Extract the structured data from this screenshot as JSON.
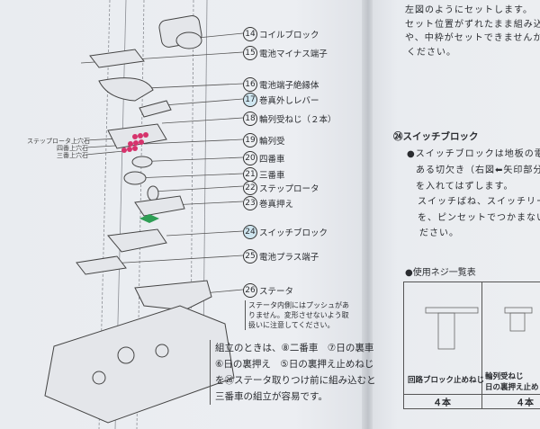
{
  "left_page": {
    "parts": [
      {
        "num": "14",
        "label": "コイルブロック"
      },
      {
        "num": "15",
        "label": "電池マイナス端子"
      },
      {
        "num": "16",
        "label": "電池端子絶縁体"
      },
      {
        "num": "17",
        "label": "巻真外しレバー"
      },
      {
        "num": "18",
        "label": "輪列受ねじ（２本）"
      },
      {
        "num": "19",
        "label": "輪列受"
      },
      {
        "num": "20",
        "label": "四番車"
      },
      {
        "num": "21",
        "label": "三番車"
      },
      {
        "num": "22",
        "label": "ステップロータ"
      },
      {
        "num": "23",
        "label": "巻真押え"
      },
      {
        "num": "24",
        "label": "スイッチブロック"
      },
      {
        "num": "25",
        "label": "電池プラス端子"
      },
      {
        "num": "26",
        "label": "ステータ"
      }
    ],
    "jewel_labels": [
      "ステップロータ上穴石",
      "四番上穴石",
      "三番上穴石"
    ],
    "stator_note": [
      "ステータ内側にはプッシュがあ",
      "りません。変形させないよう取",
      "扱いに注意してください。"
    ],
    "assembly_note": [
      "組立のときは、⑧二番車　⑦日の裏車",
      "⑥日の裏押え　⑤日の裏押え止めねじ",
      "を㉖ステータ取りつけ前に組み込むと",
      "三番車の組立が容易です。"
    ]
  },
  "right_page": {
    "intro_lines": [
      "左図のようにセットします。",
      "セット位置がずれたまま組み込むと",
      "や、中枠がセットできませんから注",
      "ください。"
    ],
    "section_24": {
      "heading": "㉔スイッチブロック",
      "lines": [
        "●スイッチブロックは地板の電池-",
        "ある切欠き（右図⬅矢印部分）に",
        "を入れてはずします。",
        "スイッチばね、スイッチリー",
        "を、ピンセットでつかまない",
        "ださい。"
      ]
    },
    "screw_table": {
      "title": "●使用ネジ一覧表",
      "columns": [
        {
          "name": [
            "回路ブロック止めねじ"
          ],
          "count": "４本"
        },
        {
          "name": [
            "輪列受ねじ",
            "日の裏押え止め"
          ],
          "count": "４本"
        }
      ]
    }
  },
  "colors": {
    "jewel_red": "#d6336c",
    "jewel_green": "#2e9e55",
    "highlight_blue": "#cfe6f0"
  }
}
